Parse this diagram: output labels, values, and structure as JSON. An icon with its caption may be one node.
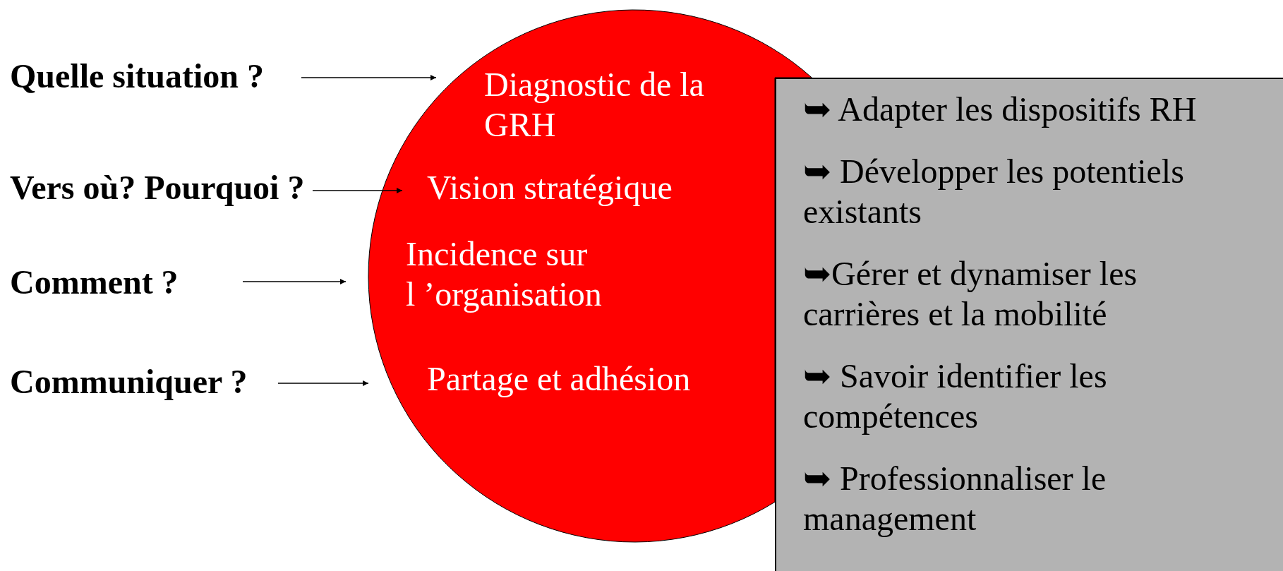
{
  "diagram": {
    "nodes": [
      {
        "text": [],
        "shape": "circle"
      },
      {
        "text": [
          "Diagnostic de la GRH"
        ],
        "in": 0
      },
      {
        "text": [
          "Vision stratégique"
        ],
        "in": 0
      },
      {
        "text": [
          "Incidence sur l ’organisation"
        ],
        "in": 0
      },
      {
        "text": [
          "Partage et adhésion"
        ],
        "in": 0
      },
      {
        "text": [
          "➥ Adapter les dispositifs RH",
          "➥ Développer les potentiels existants",
          "➥Gérer et dynamiser les carrières et la mobilité",
          "➥ Savoir identifier les compétences",
          "➥ Professionnaliser le management"
        ]
      },
      {
        "text": [
          "Quelle situation ?"
        ]
      },
      {
        "text": [
          "Vers où? Pourquoi ?"
        ]
      },
      {
        "text": [
          "Comment ?"
        ]
      },
      {
        "text": [
          "Communiquer ?"
        ]
      }
    ],
    "edges": [
      {
        "from": 6,
        "to": 1,
        "arrow": "to"
      },
      {
        "from": 7,
        "to": 2,
        "arrow": "to"
      },
      {
        "from": 8,
        "to": 3,
        "arrow": "to"
      },
      {
        "from": 9,
        "to": 4,
        "arrow": "to"
      }
    ]
  }
}
